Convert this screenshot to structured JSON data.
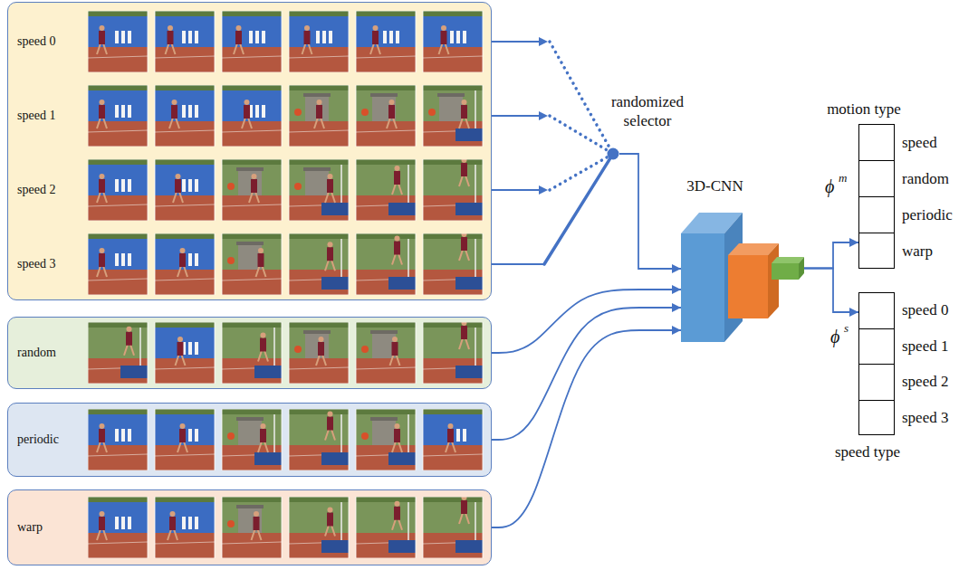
{
  "diagram": {
    "nodes": [
      {
        "text": []
      },
      {
        "text": [
          "speed 0"
        ],
        "in": 0
      },
      {
        "text": [
          "speed 1"
        ],
        "in": 0
      },
      {
        "text": [
          "speed 2"
        ],
        "in": 0
      },
      {
        "text": [
          "speed 3"
        ],
        "in": 0
      },
      {
        "text": [
          "random"
        ]
      },
      {
        "text": [
          "periodic"
        ]
      },
      {
        "text": [
          "warp"
        ]
      },
      {
        "text": [
          "randomized selector"
        ]
      },
      {
        "text": [
          "3D-CNN"
        ]
      },
      {
        "text": [
          "motion type",
          "speed",
          "random",
          "periodic",
          "warp"
        ]
      },
      {
        "text": [
          "speed 0",
          "speed 1",
          "speed 2",
          "speed 3",
          "speed type"
        ]
      }
    ],
    "edges": [
      {
        "from": 1,
        "to": 8,
        "arrow": "to"
      },
      {
        "from": 2,
        "to": 8,
        "arrow": "to"
      },
      {
        "from": 3,
        "to": 8,
        "arrow": "to"
      },
      {
        "from": 4,
        "to": 8,
        "arrow": "none"
      },
      {
        "from": 8,
        "to": 9,
        "arrow": "to"
      },
      {
        "from": 5,
        "to": 9,
        "arrow": "to"
      },
      {
        "from": 6,
        "to": 9,
        "arrow": "to"
      },
      {
        "from": 7,
        "to": 9,
        "arrow": "to"
      },
      {
        "from": 9,
        "to": 10,
        "arrow": "to"
      },
      {
        "from": 9,
        "to": 11,
        "arrow": "to"
      }
    ],
    "labels": [
      "ϕ",
      "m",
      "ϕ",
      "s"
    ]
  }
}
